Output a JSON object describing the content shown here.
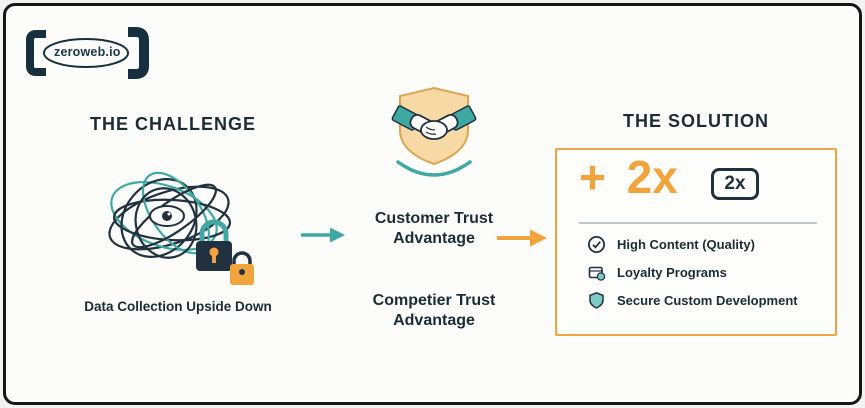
{
  "logo": {
    "text": "zeroweb.io"
  },
  "challenge": {
    "title": "THE CHALLENGE",
    "caption": "Data Collection Upside Down"
  },
  "flow": {
    "customer_trust": "Customer Trust Advantage",
    "competitor_trust": "Competier Trust Advantage"
  },
  "solution": {
    "title": "THE SOLUTION",
    "multiplier": "+ 2x",
    "badge": "2x",
    "items": [
      {
        "icon": "check-circle-icon",
        "label": "High Content (Quality)"
      },
      {
        "icon": "loyalty-card-icon",
        "label": "Loyalty Programs"
      },
      {
        "icon": "shield-icon",
        "label": "Secure Custom Development"
      }
    ]
  },
  "colors": {
    "teal": "#3fa8a2",
    "orange": "#f2a43c",
    "navy": "#22313f"
  }
}
